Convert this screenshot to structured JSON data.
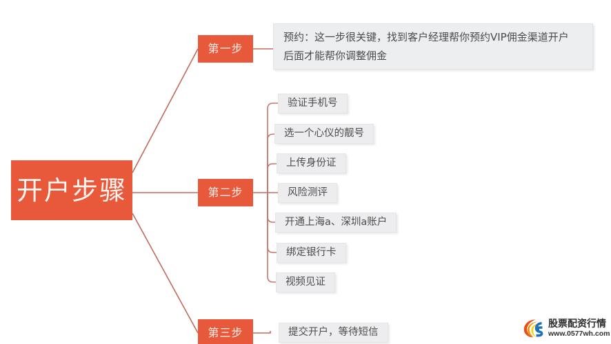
{
  "root": {
    "label": "开户步骤"
  },
  "steps": [
    {
      "label": "第一步",
      "description": "预约：这一步很关键，找到客户经理帮你预约VIP佣金渠道开户\n后面才能帮你调整佣金"
    },
    {
      "label": "第二步",
      "items": [
        "验证手机号",
        "选一个心仪的靓号",
        "上传身份证",
        "风险测评",
        "开通上海a、深圳a账户",
        "绑定银行卡",
        "视频见证"
      ]
    },
    {
      "label": "第三步",
      "description": "提交开户，等待短信"
    }
  ],
  "watermark": {
    "title": "股票配资行情",
    "url": "www.0577wh.com"
  },
  "colors": {
    "node_fill": "#e8593c",
    "node_text": "#fdf1ec",
    "box_fill": "#edeef0",
    "box_text": "#4a4a4a",
    "connector": "#c06a58"
  }
}
